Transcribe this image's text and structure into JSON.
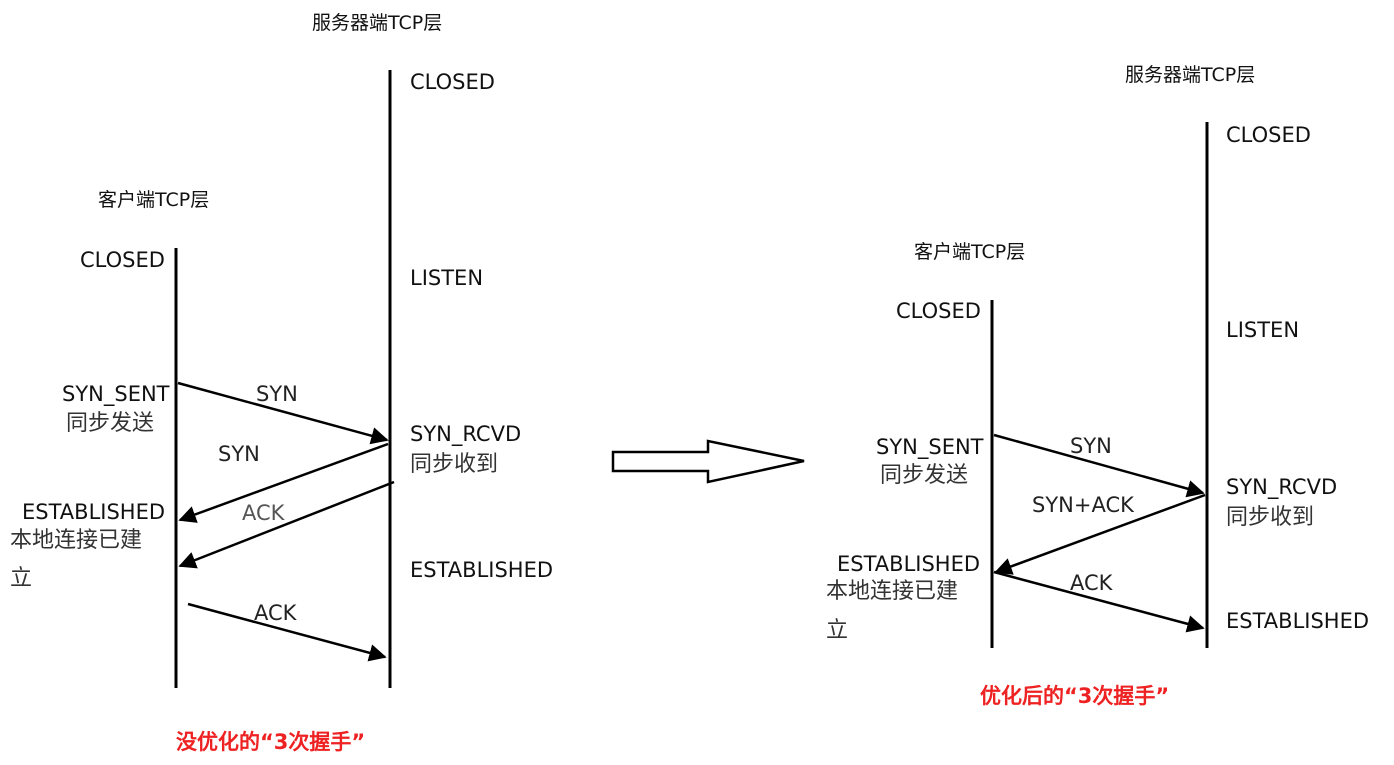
{
  "left": {
    "server_title": "服务器端TCP层",
    "client_title": "客户端TCP层",
    "client": {
      "closed": "CLOSED",
      "syn_sent": "SYN_SENT",
      "syn_sent_zh": "同步发送",
      "established": "ESTABLISHED",
      "established_zh_1": "本地连接已建",
      "established_zh_2": "立"
    },
    "server": {
      "closed": "CLOSED",
      "listen": "LISTEN",
      "syn_rcvd": "SYN_RCVD",
      "syn_rcvd_zh": "同步收到",
      "established": "ESTABLISHED"
    },
    "messages": {
      "syn": "SYN",
      "syn_reply": "SYN",
      "ack_reply": "ACK",
      "ack": "ACK"
    },
    "caption": "没优化的“3次握手”"
  },
  "right": {
    "server_title": "服务器端TCP层",
    "client_title": "客户端TCP层",
    "client": {
      "closed": "CLOSED",
      "syn_sent": "SYN_SENT",
      "syn_sent_zh": "同步发送",
      "established": "ESTABLISHED",
      "established_zh_1": "本地连接已建",
      "established_zh_2": "立"
    },
    "server": {
      "closed": "CLOSED",
      "listen": "LISTEN",
      "syn_rcvd": "SYN_RCVD",
      "syn_rcvd_zh": "同步收到",
      "established": "ESTABLISHED"
    },
    "messages": {
      "syn": "SYN",
      "syn_ack": "SYN+ACK",
      "ack": "ACK"
    },
    "caption": "优化后的“3次握手”"
  },
  "colors": {
    "line": "#000000",
    "caption": "#ee2222"
  }
}
